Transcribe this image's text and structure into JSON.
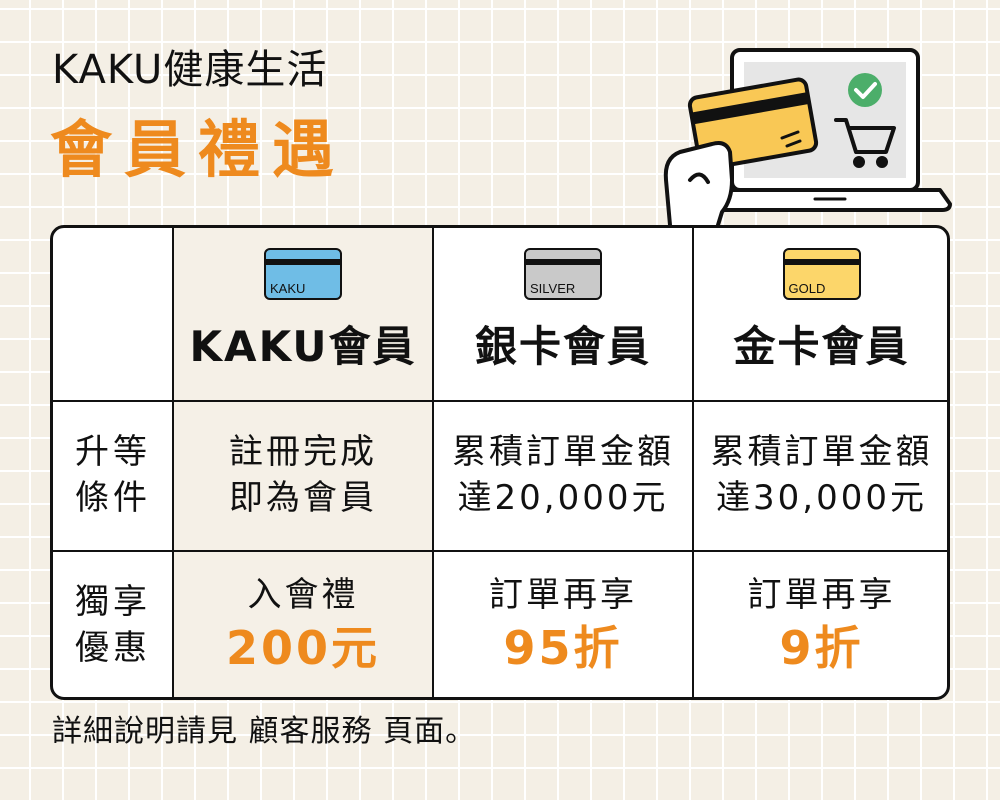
{
  "header": {
    "brand": "KAKU健康生活",
    "headline": "會員禮遇"
  },
  "illustration": {
    "icons": [
      "laptop-icon",
      "credit-card-icon",
      "hand-icon",
      "check-circle-icon",
      "shopping-cart-icon"
    ],
    "colors": {
      "card": "#f9c855",
      "check": "#4cae6a",
      "screen": "#e6e6e6"
    }
  },
  "table": {
    "tiers": [
      {
        "card_label": "KAKU",
        "name": "KAKU會員",
        "card_color": "#6fbde6"
      },
      {
        "card_label": "SILVER",
        "name": "銀卡會員",
        "card_color": "#c9c9c9"
      },
      {
        "card_label": "GOLD",
        "name": "金卡會員",
        "card_color": "#fcd66a"
      }
    ],
    "upgrade": {
      "label": [
        "升等",
        "條件"
      ],
      "values": [
        [
          "註冊完成",
          "即為會員"
        ],
        [
          "累積訂單金額",
          "達20,000元"
        ],
        [
          "累積訂單金額",
          "達30,000元"
        ]
      ]
    },
    "perks": {
      "label": [
        "獨享",
        "優惠"
      ],
      "values": [
        {
          "line": "入會禮",
          "highlight": "200元"
        },
        {
          "line": "訂單再享",
          "highlight": "95折"
        },
        {
          "line": "訂單再享",
          "highlight": "9折"
        }
      ]
    }
  },
  "footer": {
    "note": "詳細說明請見 顧客服務 頁面。"
  },
  "colors": {
    "accent": "#ee8a1e",
    "background": "#f4efe5",
    "highlight_column": "#f5f0e7"
  }
}
